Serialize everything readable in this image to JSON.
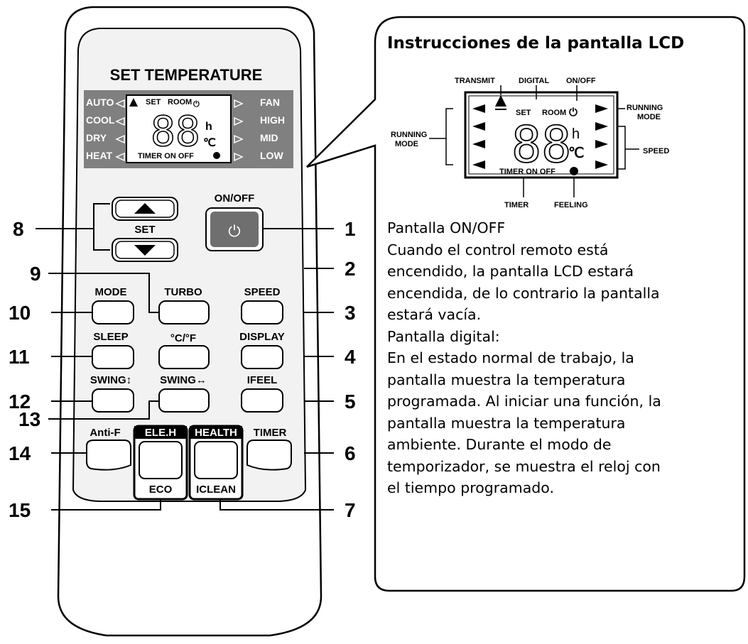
{
  "remote": {
    "header": "SET TEMPERATURE",
    "lcd_left_modes": [
      "AUTO",
      "COOL",
      "DRY",
      "HEAT"
    ],
    "lcd_right_speeds": [
      "FAN",
      "HIGH",
      "MID",
      "LOW"
    ],
    "lcd_small": {
      "set": "SET",
      "room": "ROOM",
      "timer_on_off": "TIMER ON OFF",
      "digits": "88",
      "unit_h": "h",
      "unit_c": "℃"
    },
    "set_label": "SET",
    "onoff_label": "ON/OFF",
    "power_symbol": "⏻",
    "buttons": {
      "mode": "MODE",
      "turbo": "TURBO",
      "speed": "SPEED",
      "sleep": "SLEEP",
      "cf": "°C/°F",
      "display": "DISPLAY",
      "swing_v": "SWING↕",
      "swing_h": "SWING↔",
      "ifeel": "IFEEL",
      "antif": "Anti-F",
      "eleh": "ELE.H",
      "health": "HEALTH",
      "timer": "TIMER",
      "eco": "ECO",
      "iclean": "ICLEAN"
    },
    "callouts": [
      "1",
      "2",
      "3",
      "4",
      "5",
      "6",
      "7",
      "8",
      "9",
      "10",
      "11",
      "12",
      "13",
      "14",
      "15"
    ]
  },
  "panel": {
    "title": "Instrucciones de la pantalla LCD",
    "lcd_labels": {
      "transmit": "TRANSMIT",
      "digital": "DIGITAL",
      "onoff": "ON/OFF",
      "running_mode_left": "RUNNING\nMODE",
      "running_mode_right": "RUNNING\nMODE",
      "speed": "SPEED",
      "timer": "TIMER",
      "feeling": "FEELING",
      "set": "SET",
      "room": "ROOM",
      "timer_on_off": "TIMER ON OFF",
      "digits": "88",
      "unit_h": "h",
      "unit_c": "℃"
    },
    "paragraphs": [
      "Pantalla ON/OFF",
      "Cuando el control remoto está",
      "encendido, la pantalla LCD estará",
      "encendida, de lo contrario la pantalla",
      "estará vacía.",
      "Pantalla digital:",
      "En el estado normal de trabajo, la",
      "pantalla muestra la temperatura",
      "programada. Al iniciar una función, la",
      "pantalla muestra la temperatura",
      "ambiente. Durante el modo de",
      "temporizador, se muestra el reloj con",
      "el tiempo programado."
    ]
  }
}
